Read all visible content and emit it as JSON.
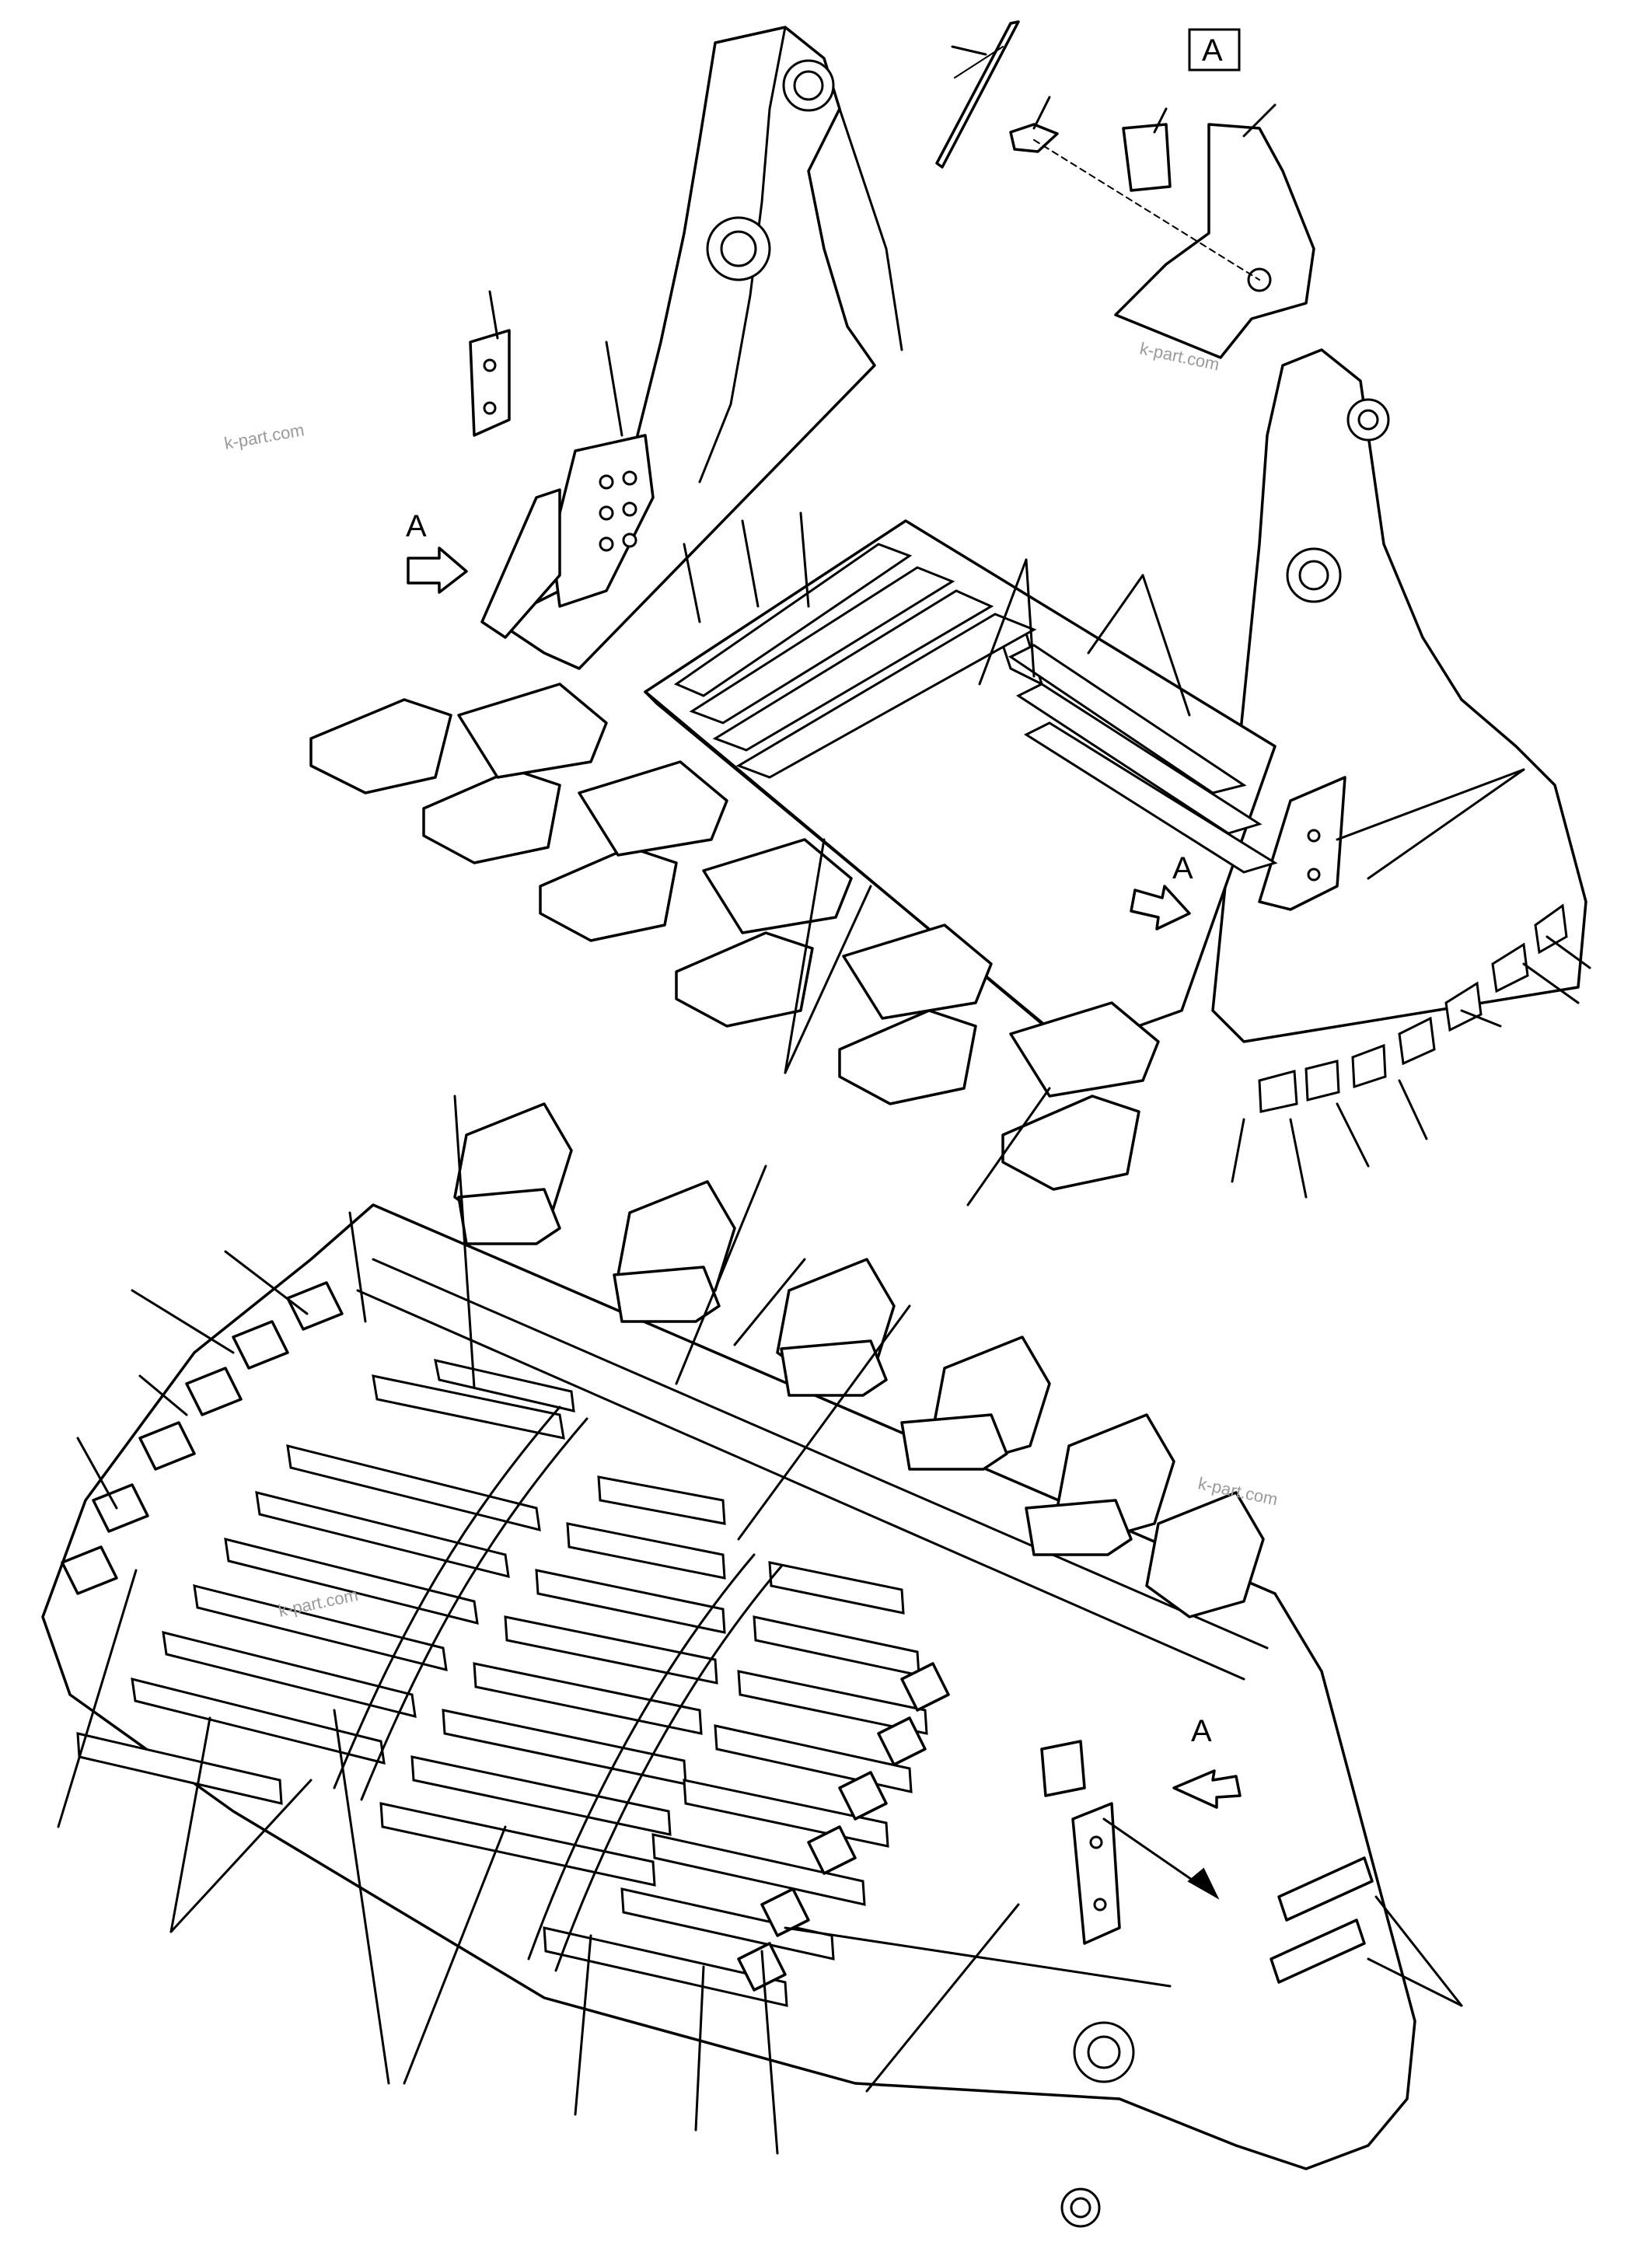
{
  "view_labels": {
    "detail_box": "A",
    "arrow_top_left": "A",
    "arrow_top_right": "A",
    "arrow_bottom_right": "A"
  },
  "watermarks": [
    "k-part.com",
    "k-part.com",
    "k-part.com",
    "k-part.com"
  ]
}
